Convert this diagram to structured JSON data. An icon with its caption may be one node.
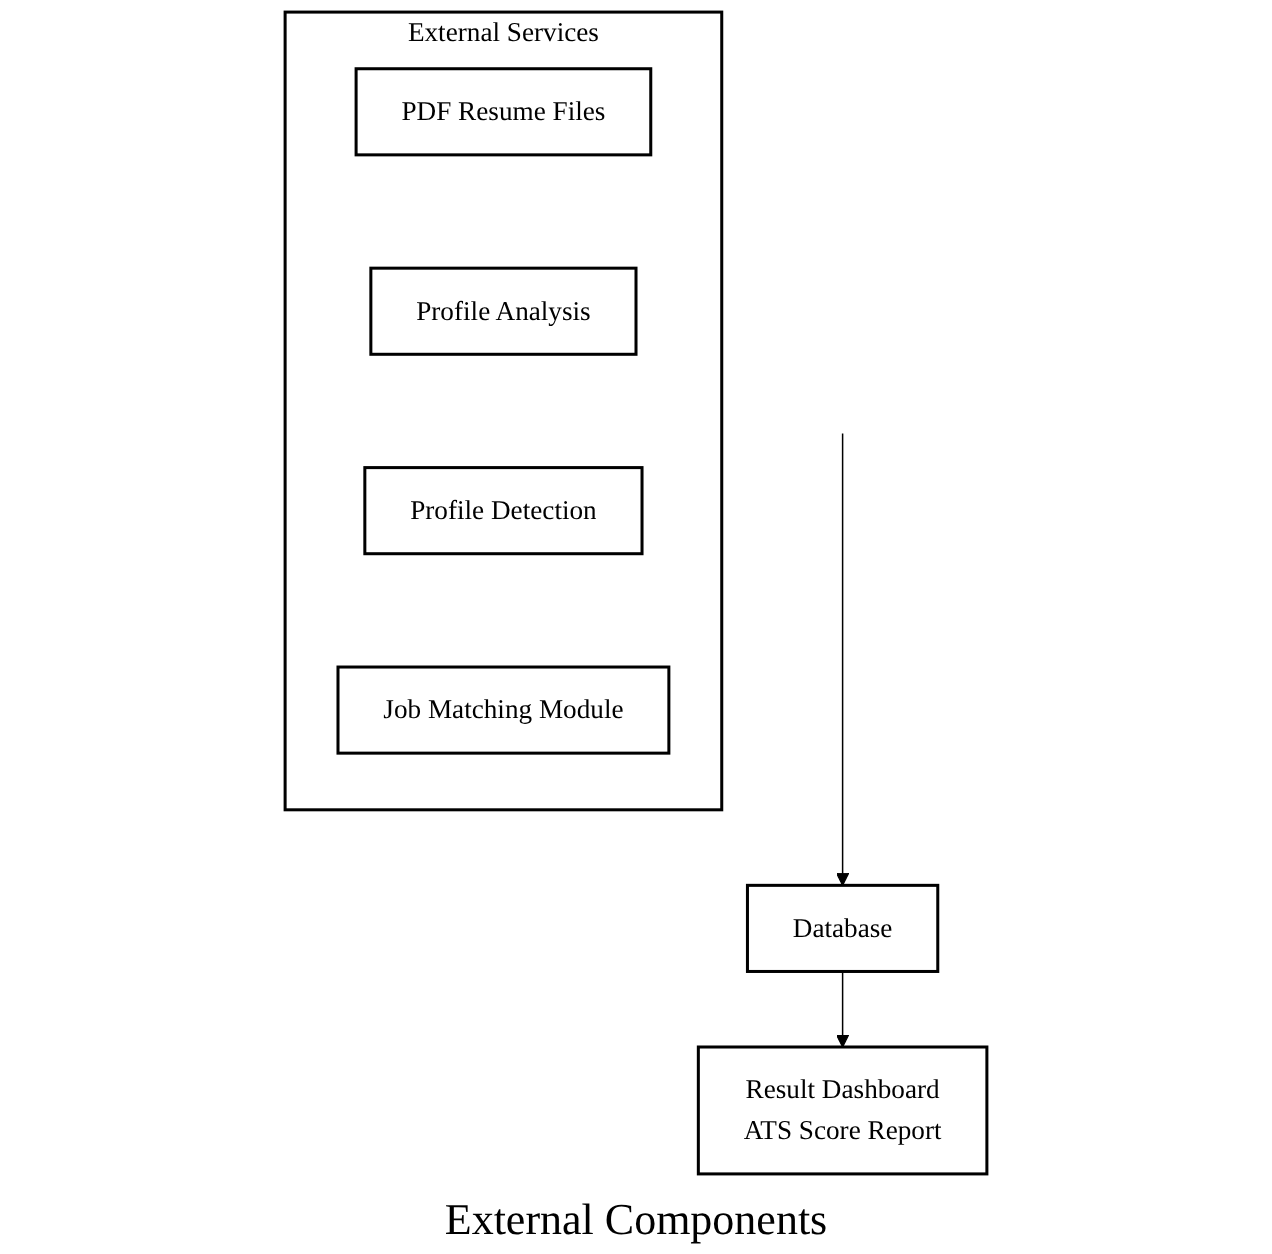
{
  "diagram": {
    "nodes": [
      {
        "text": [
          "Database"
        ]
      },
      {
        "text": [
          "Result Dashboard",
          "ATS Score Report"
        ]
      },
      {
        "text": [
          "External Services"
        ]
      },
      {
        "text": [
          "PDF Resume Files"
        ],
        "in": 2
      },
      {
        "text": [
          "Profile Analysis"
        ],
        "in": 2
      },
      {
        "text": [
          "Profile Detection"
        ],
        "in": 2
      },
      {
        "text": [
          "Job Matching Module"
        ],
        "in": 2
      }
    ],
    "edges": [
      {
        "from": null,
        "to": 0,
        "arrow": "to"
      },
      {
        "from": 0,
        "to": 1,
        "arrow": "to"
      }
    ],
    "labels": [
      "External Components"
    ]
  }
}
